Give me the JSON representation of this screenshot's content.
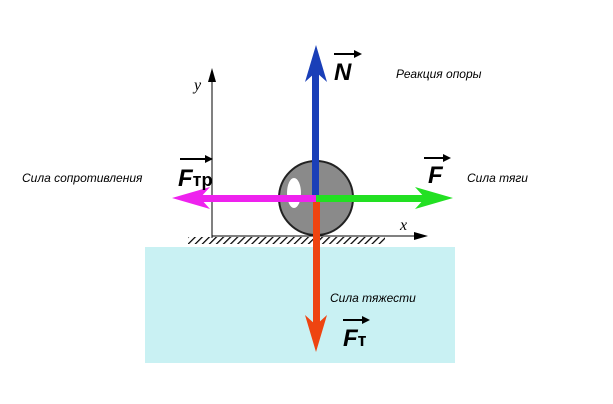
{
  "diagram": {
    "axes": {
      "x_label": "x",
      "y_label": "y"
    },
    "forces": {
      "normal": {
        "symbol": "N",
        "subscript": "",
        "label": "Реакция опоры",
        "color": "#1a3fb8"
      },
      "traction": {
        "symbol": "F",
        "subscript": "",
        "label": "Сила тяги",
        "color": "#22e022"
      },
      "resistance": {
        "symbol": "F",
        "subscript": "тр",
        "label": "Сила сопротивления",
        "color": "#ee22ee"
      },
      "gravity": {
        "symbol": "F",
        "subscript": "т",
        "label": "Сила тяжести",
        "color": "#ee4411"
      }
    },
    "colors": {
      "background_panel": "#c9f1f3",
      "ball": "#8a8a8a"
    }
  }
}
